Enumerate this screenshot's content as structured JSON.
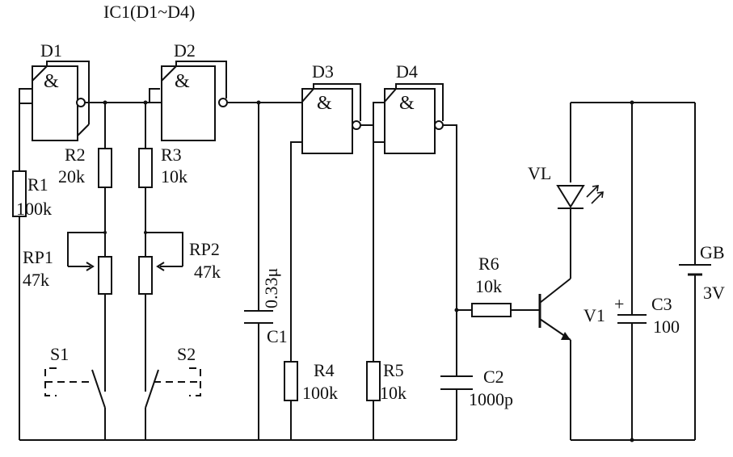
{
  "title": "IC1(D1~D4)",
  "gates": [
    {
      "name": "D1",
      "symbol": "&"
    },
    {
      "name": "D2",
      "symbol": "&"
    },
    {
      "name": "D3",
      "symbol": "&"
    },
    {
      "name": "D4",
      "symbol": "&"
    }
  ],
  "resistors": [
    {
      "name": "R1",
      "value": "100k"
    },
    {
      "name": "R2",
      "value": "20k"
    },
    {
      "name": "R3",
      "value": "10k"
    },
    {
      "name": "R4",
      "value": "100k"
    },
    {
      "name": "R5",
      "value": "10k"
    },
    {
      "name": "R6",
      "value": "10k"
    }
  ],
  "potentiometers": [
    {
      "name": "RP1",
      "value": "47k"
    },
    {
      "name": "RP2",
      "value": "47k"
    }
  ],
  "capacitors": [
    {
      "name": "C1",
      "value": "0.33μ"
    },
    {
      "name": "C2",
      "value": "1000p"
    },
    {
      "name": "C3",
      "value": "100",
      "polarity": "+"
    }
  ],
  "switches": [
    {
      "name": "S1"
    },
    {
      "name": "S2"
    }
  ],
  "led": {
    "name": "VL"
  },
  "transistor": {
    "name": "V1"
  },
  "battery": {
    "name": "GB",
    "value": "3V"
  }
}
